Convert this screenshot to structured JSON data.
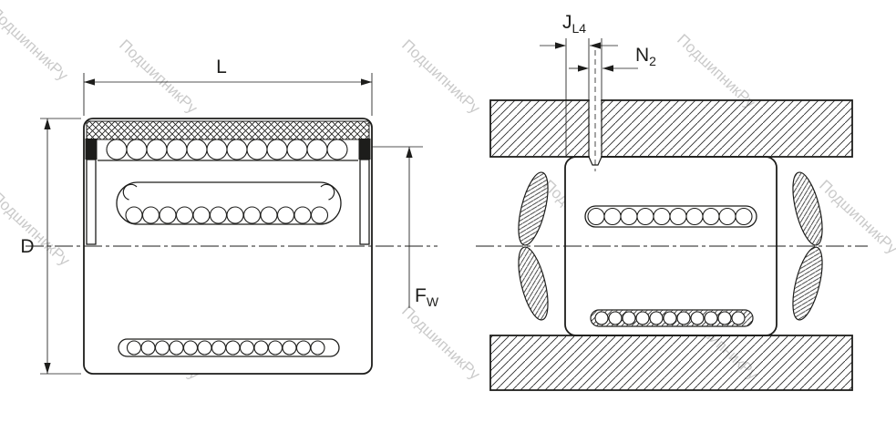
{
  "drawing": {
    "watermark": "ПодшипникРу",
    "colors": {
      "line": "#1d1d1b",
      "watermark": "#a8a8a8",
      "background": "#ffffff"
    },
    "left_view": {
      "labels": {
        "length": "L",
        "outer_diameter": "D",
        "bore_main": "F",
        "bore_sub": "W"
      }
    },
    "right_view": {
      "labels": {
        "hole_offset_main": "J",
        "hole_offset_sub": "L4",
        "hole_diameter_main": "N",
        "hole_diameter_sub": "2"
      }
    }
  }
}
